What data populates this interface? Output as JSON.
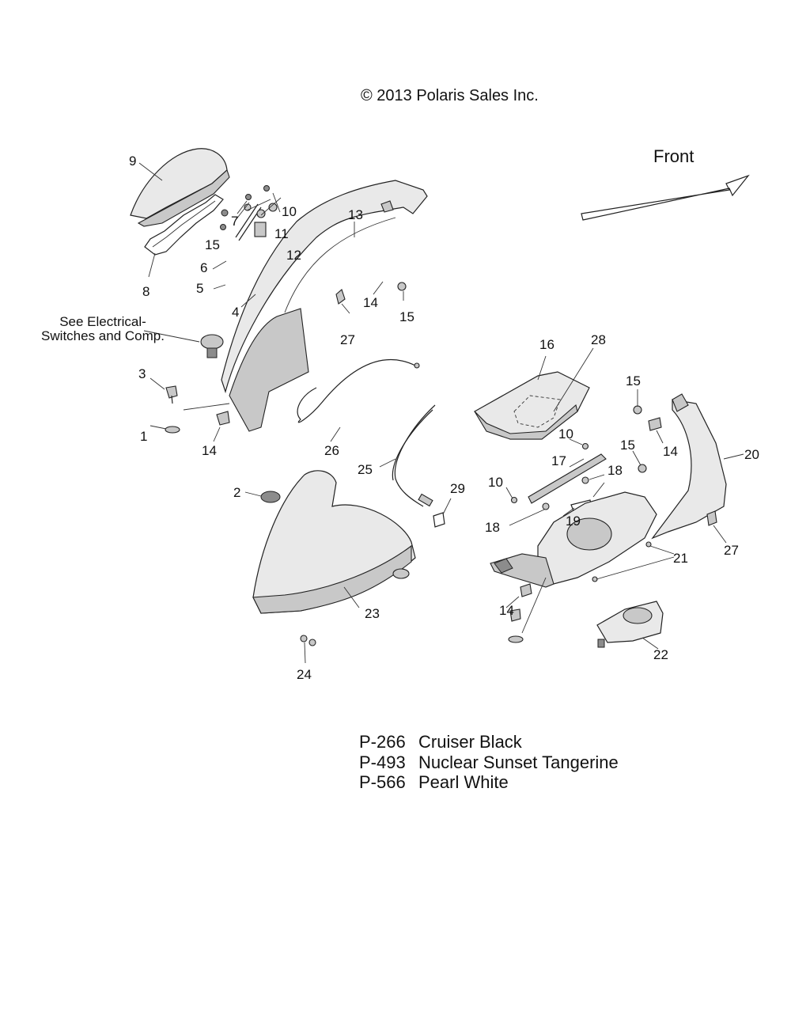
{
  "copyright": "© 2013 Polaris Sales Inc.",
  "front_label": "Front",
  "note": {
    "line1": "See Electrical-",
    "line2": "Switches and Comp."
  },
  "callouts": [
    "9",
    "8",
    "7",
    "10",
    "15",
    "11",
    "12",
    "13",
    "6",
    "5",
    "4",
    "14",
    "15",
    "27",
    "3",
    "1",
    "14",
    "26",
    "25",
    "2",
    "29",
    "23",
    "24",
    "16",
    "28",
    "15",
    "10",
    "17",
    "15",
    "14",
    "20",
    "10",
    "18",
    "18",
    "19",
    "27",
    "21",
    "14",
    "22"
  ],
  "legend": [
    {
      "code": "P-266",
      "name": "Cruiser Black"
    },
    {
      "code": "P-493",
      "name": "Nuclear Sunset Tangerine"
    },
    {
      "code": "P-566",
      "name": "Pearl White"
    }
  ]
}
